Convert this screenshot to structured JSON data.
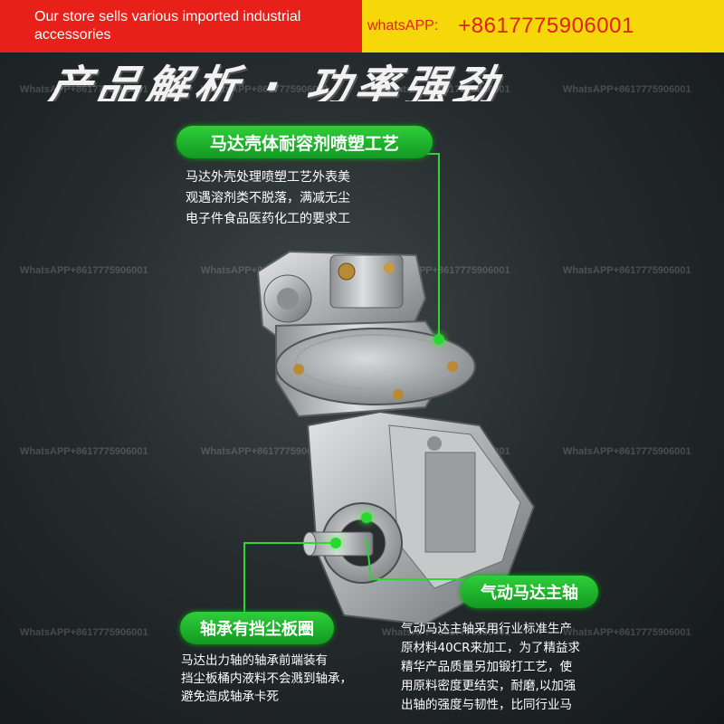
{
  "banner": {
    "store_text": "Our store sells various imported industrial accessories",
    "whatsapp_label": "whatsAPP:",
    "whatsapp_number": "+8617775906001",
    "left_color": "#e8201a",
    "right_color": "#f6d80a"
  },
  "headline": "产品解析 · 功率强劲",
  "watermark_text": "WhatsAPP+8617775906001",
  "callouts": {
    "housing": {
      "title": "马达壳体耐容剂喷塑工艺",
      "lines": [
        "马达外壳处理喷塑工艺外表美",
        "观遇溶剂类不脱落，满减无尘",
        "电子件食品医药化工的要求工"
      ]
    },
    "main_shaft": {
      "title": "气动马达主轴",
      "lines": [
        "气动马达主轴采用行业标准生产",
        "原材料40CR来加工，为了精益求",
        "精华产品质量另加锻打工艺，使",
        "用原料密度更结实，耐磨,以加强",
        "出轴的强度与韧性，比同行业马"
      ]
    },
    "bearing": {
      "title": "轴承有挡尘板圈",
      "lines": [
        "马达出力轴的轴承前端装有",
        "挡尘板桶内液料不会溅到轴承，",
        "避免造成轴承卡死"
      ]
    }
  },
  "colors": {
    "accent_green": "#2bd832"
  }
}
